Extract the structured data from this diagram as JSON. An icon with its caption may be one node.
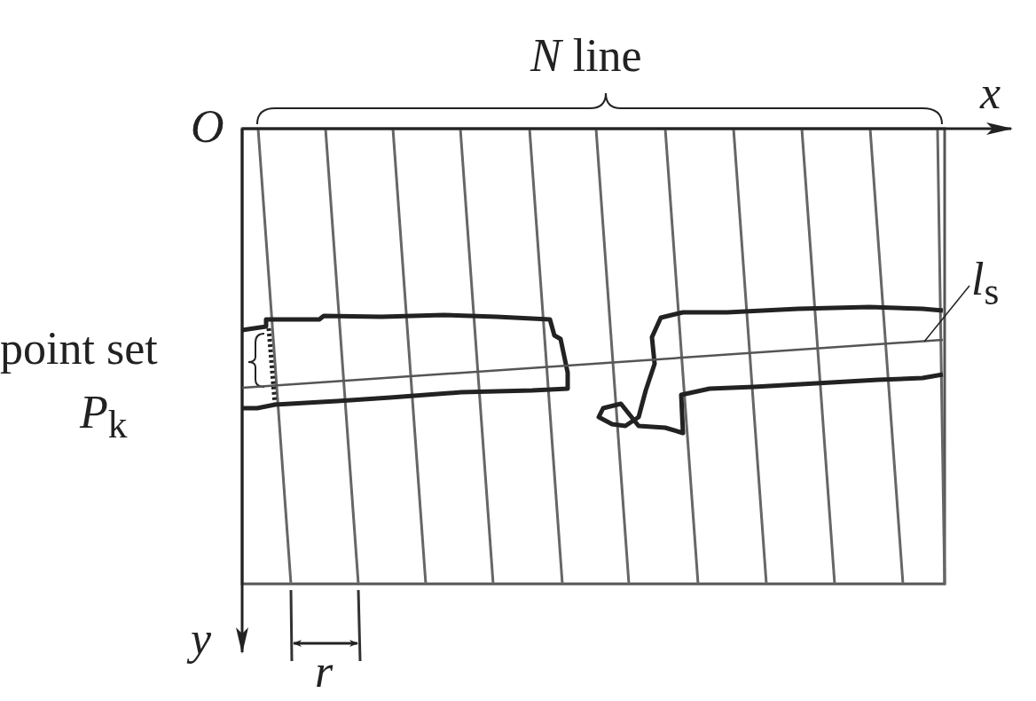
{
  "diagram": {
    "nodes": [
      {
        "text": [
          "*l*$_{s}$"
        ]
      },
      {
        "text": [],
        "shape": "line"
      }
    ],
    "edges": [
      {
        "from": 0,
        "to": 1,
        "arrow": "none"
      }
    ],
    "labels": [
      "*N* line",
      "O",
      "x",
      "point set",
      "*P*$_{k}$",
      "y",
      "r"
    ]
  }
}
